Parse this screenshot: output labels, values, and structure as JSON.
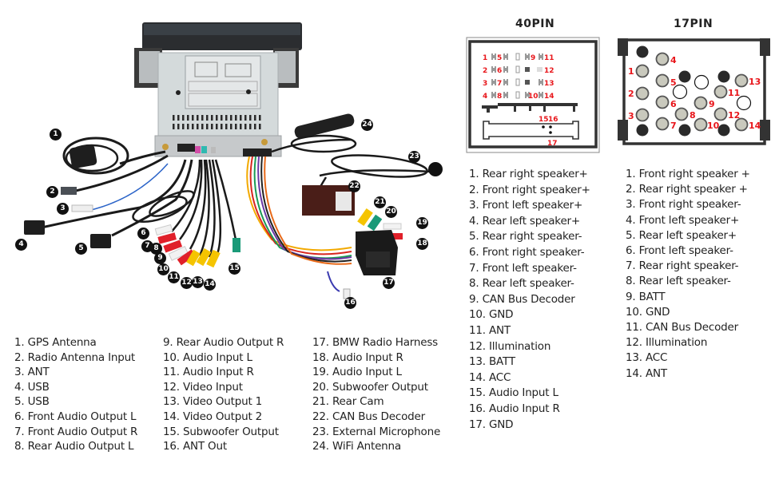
{
  "legend": {
    "col1": [
      "1. GPS Antenna",
      "2. Radio Antenna Input",
      "3. ANT",
      "4. USB",
      "5. USB",
      "6. Front Audio Output L",
      "7. Front Audio Output R",
      "8. Rear Audio Output L"
    ],
    "col2": [
      "9.  Rear Audio Output R",
      "10. Audio Input L",
      "11. Audio Input R",
      "12. Video Input",
      "13. Video Output 1",
      "14. Video Output 2",
      "15. Subwoofer Output",
      "16. ANT Out"
    ],
    "col3": [
      "17. BMW Radio Harness",
      "18. Audio Input R",
      "19. Audio Input L",
      "20. Subwoofer Output",
      "21. Rear Cam",
      "22. CAN Bus Decoder",
      "23. External Microphone",
      "24. WiFi Antenna"
    ]
  },
  "callouts": [
    "1",
    "2",
    "3",
    "4",
    "5",
    "6",
    "7",
    "8",
    "9",
    "10",
    "11",
    "12",
    "13",
    "14",
    "15",
    "16",
    "17",
    "18",
    "19",
    "20",
    "21",
    "22",
    "23",
    "24"
  ],
  "pin40": {
    "title": "40PIN",
    "labels": [
      "1",
      "2",
      "3",
      "4",
      "5",
      "6",
      "7",
      "8",
      "9",
      "10",
      "11",
      "12",
      "13",
      "14",
      "15",
      "16",
      "17"
    ],
    "list": [
      "1.  Rear right speaker+",
      "2. Front right speaker+",
      "3. Front left speaker+",
      "4. Rear left speaker+",
      "5. Rear right speaker-",
      "6. Front right speaker-",
      "7. Front left speaker-",
      "8. Rear left speaker-",
      "9. CAN Bus Decoder",
      "10. GND",
      "11.  ANT",
      "12. Illumination",
      "13. BATT",
      "14. ACC",
      "15. Audio Input L",
      "16. Audio Input R",
      "17. GND"
    ]
  },
  "pin17": {
    "title": "17PIN",
    "labels": [
      "1",
      "2",
      "3",
      "4",
      "5",
      "6",
      "7",
      "8",
      "9",
      "10",
      "11",
      "12",
      "13",
      "14"
    ],
    "list": [
      "1. Front right speaker +",
      "2. Rear right speaker +",
      "3. Front right speaker-",
      "4. Front left speaker+",
      "5. Rear left speaker+",
      "6. Front left speaker-",
      "7. Rear right speaker-",
      "8. Rear left speaker-",
      "9. BATT",
      "10. GND",
      "11.  CAN Bus Decoder",
      "12. Illumination",
      "13. ACC",
      "14. ANT"
    ]
  },
  "colors": {
    "pin_label": "#e8161b",
    "callout_bg": "#111111",
    "rca_red": "#e0202a",
    "rca_white": "#f2f2f2",
    "rca_yellow": "#f5c400",
    "rca_green": "#1a9a78"
  }
}
